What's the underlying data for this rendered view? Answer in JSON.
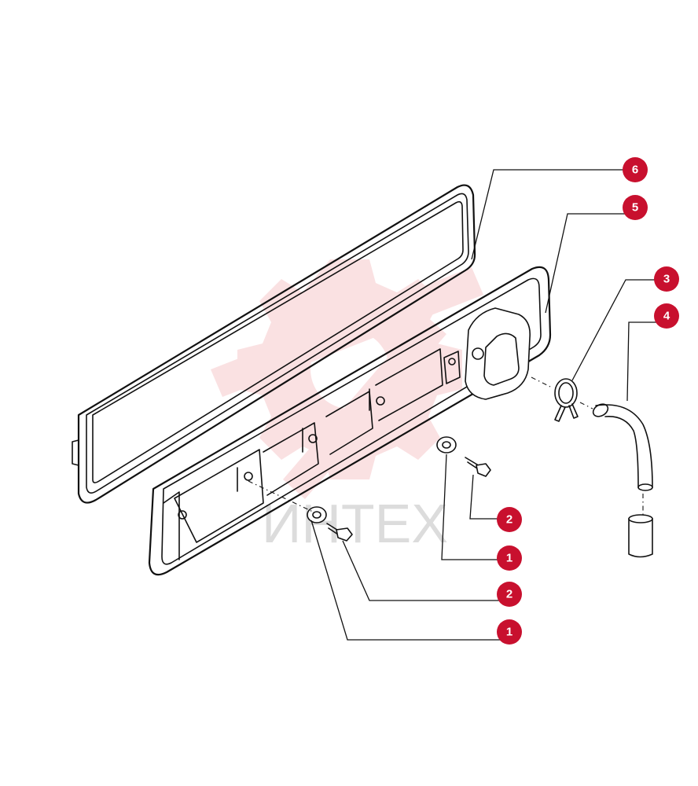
{
  "watermark": {
    "text": "ИНТЕХ",
    "logo_color": "#f7c9cc",
    "text_color": "#dcdcdc"
  },
  "callout_color": "#c8102e",
  "parts": [
    {
      "id": "callout-6",
      "label": "6"
    },
    {
      "id": "callout-5",
      "label": "5"
    },
    {
      "id": "callout-3",
      "label": "3"
    },
    {
      "id": "callout-4",
      "label": "4"
    },
    {
      "id": "callout-2a",
      "label": "2"
    },
    {
      "id": "callout-1a",
      "label": "1"
    },
    {
      "id": "callout-2b",
      "label": "2"
    },
    {
      "id": "callout-1b",
      "label": "1"
    }
  ]
}
